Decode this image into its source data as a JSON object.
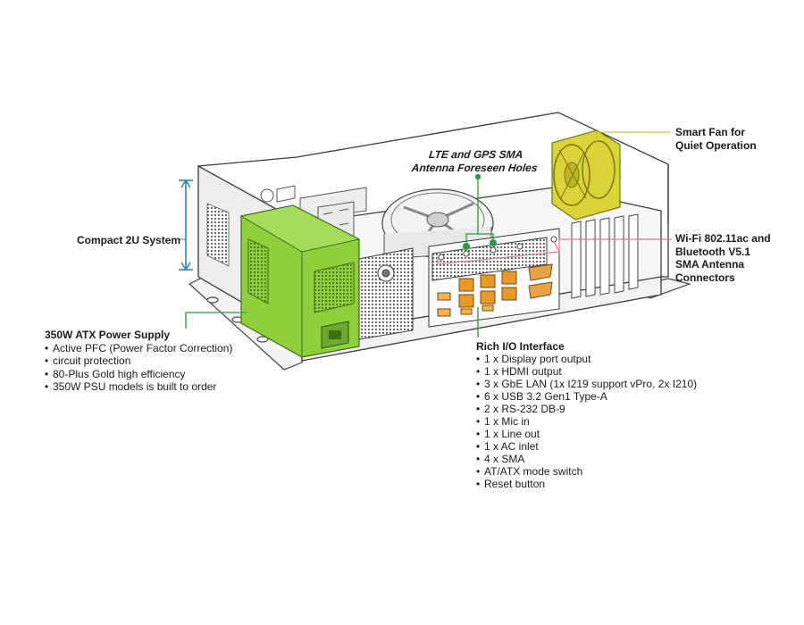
{
  "colors": {
    "psu_green": "#8fcf3c",
    "fan_yellow": "#d9d43a",
    "blue_dimension": "#2f84c6",
    "green_leader": "#2a9a3e",
    "pink_leader": "#e07a96",
    "yellow_leader": "#d4c22e",
    "gray_leader": "#8a8a8a"
  },
  "callouts": {
    "compact": {
      "title": "Compact 2U System"
    },
    "lte": {
      "line1": "LTE and GPS SMA",
      "line2": "Antenna Foreseen Holes"
    },
    "fan": {
      "line1": "Smart Fan for",
      "line2": "Quiet Operation"
    },
    "wifi": {
      "line1": "Wi-Fi 802.11ac and",
      "line2": "Bluetooth V5.1",
      "line3": "SMA Antenna",
      "line4": "Connectors"
    },
    "psu": {
      "title": "350W ATX Power Supply",
      "items": [
        "Active PFC (Power Factor Correction)",
        "circuit protection",
        "80-Plus Gold high efficiency",
        "350W PSU models is built to order"
      ]
    },
    "io": {
      "title": "Rich I/O Interface",
      "items": [
        "1 x Display port output",
        "1 x HDMI output",
        "3 x GbE LAN (1x I219 support vPro, 2x I210)",
        "6 x USB 3.2 Gen1 Type-A",
        "2 x RS-232 DB-9",
        "1 x Mic in",
        "1 x Line out",
        "1 x AC inlet",
        "4 x SMA",
        "AT/ATX mode switch",
        "Reset button"
      ]
    }
  }
}
